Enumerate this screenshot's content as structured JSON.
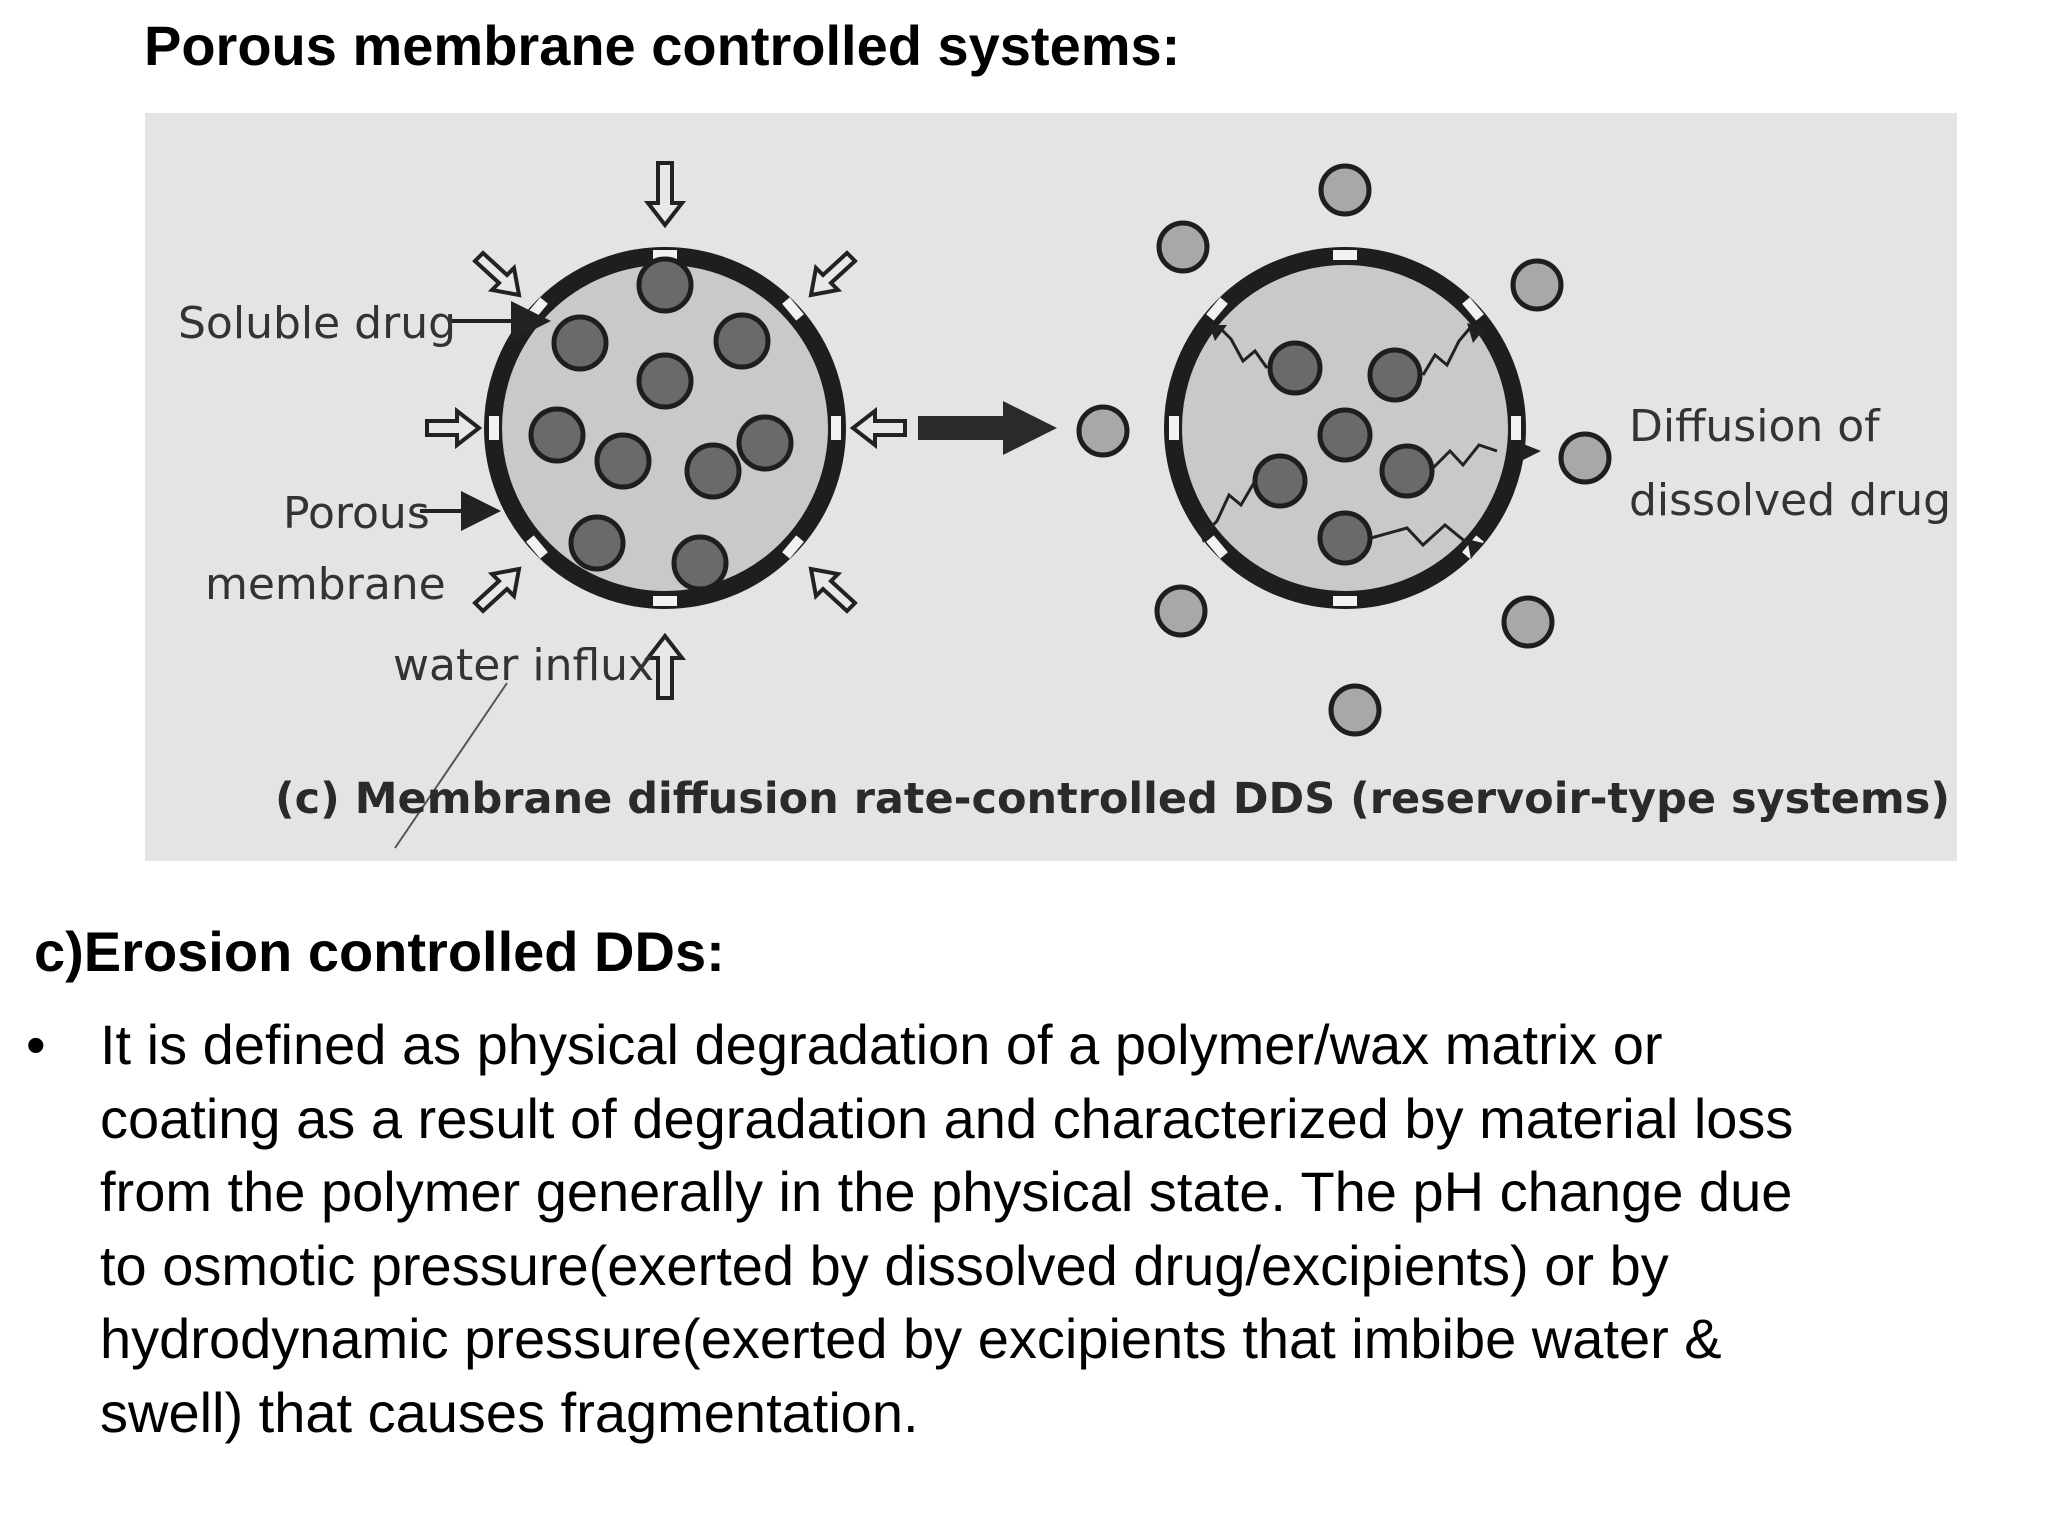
{
  "slide": {
    "title": "Porous membrane controlled systems:",
    "figure": {
      "labels": {
        "soluble_drug": "Soluble drug",
        "porous": "Porous",
        "membrane": "membrane",
        "water_influx": "water influx",
        "diffusion_of": "Diffusion of",
        "dissolved_drug": "dissolved drug"
      },
      "caption": "(c) Membrane diffusion rate-controlled DDS (reservoir-type systems)"
    },
    "section_heading": "c)Erosion controlled DDs:",
    "bullet": {
      "marker": "•",
      "lines": [
        "It is defined as physical degradation of a polymer/wax matrix or",
        "coating as a result of degradation and characterized by material loss",
        "from the polymer generally in the physical state. The pH change due",
        "to osmotic pressure(exerted by dissolved drug/excipients) or by",
        "hydrodynamic pressure(exerted by excipients that imbibe water &",
        "swell) that causes fragmentation."
      ]
    }
  }
}
